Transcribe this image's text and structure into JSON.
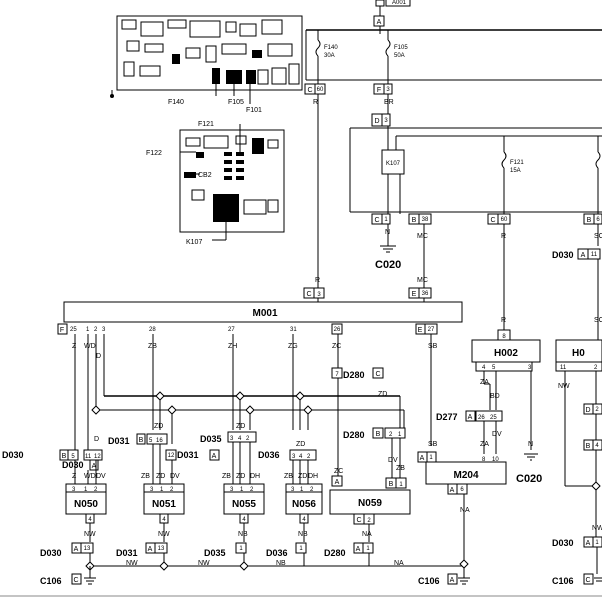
{
  "top_connector": {
    "letter": "A",
    "code": "A001"
  },
  "fuses": [
    {
      "name": "F140",
      "rating": "30A"
    },
    {
      "name": "F105",
      "rating": "50A"
    },
    {
      "name": "F121",
      "rating": "15A"
    }
  ],
  "thumb1_labels": [
    "F140",
    "F105",
    "F101"
  ],
  "thumb2_labels": [
    "F121",
    "F122",
    "CB2",
    "K107"
  ],
  "relay": "K107",
  "main_module": "M001",
  "m001_pins": [
    "25",
    "1",
    "2",
    "3",
    "28",
    "27",
    "31",
    "26",
    "27"
  ],
  "m001_pin_letters": [
    "F",
    "E"
  ],
  "wires": [
    "R",
    "BR",
    "N",
    "MC",
    "R",
    "SC",
    "Z",
    "WD",
    "D",
    "ZB",
    "ZH",
    "ZG",
    "ZC",
    "SB",
    "R",
    "ZA",
    "BD",
    "DV",
    "NW",
    "NB",
    "NA",
    "ZD",
    "DH"
  ],
  "connectors": [
    {
      "letter": "C",
      "pin": "60"
    },
    {
      "letter": "F",
      "pin": "3"
    },
    {
      "letter": "D",
      "pin": "3"
    },
    {
      "letter": "C",
      "pin": "1"
    },
    {
      "letter": "B",
      "pin": "38"
    },
    {
      "letter": "C",
      "pin": "60"
    },
    {
      "letter": "B",
      "pin": "6"
    },
    {
      "letter": "C",
      "pin": "3"
    },
    {
      "letter": "E",
      "pin": "36"
    },
    {
      "letter": "A",
      "pin": "11"
    }
  ],
  "grounds": [
    "C020",
    "C020"
  ],
  "h002": {
    "name": "H002",
    "pins_top": [
      "8"
    ],
    "pins_bottom": [
      "4",
      "5",
      "3"
    ]
  },
  "h0_cut": {
    "name": "H0",
    "pins": [
      "11",
      "2"
    ]
  },
  "m204": {
    "name": "M204",
    "pins_top": [
      "8",
      "10"
    ],
    "bottom_pin": "6",
    "left_pin": "1"
  },
  "d277": {
    "name": "D277",
    "letter": "A",
    "pins": [
      "26",
      "25"
    ]
  },
  "d280": {
    "name": "D280",
    "letter": "C",
    "pin": "7",
    "conn_b": "B",
    "pins": [
      "2",
      "1"
    ]
  },
  "d030_left": {
    "name": "D030",
    "letter": "B",
    "pin": "5"
  },
  "d030_a": {
    "name": "D030",
    "letter": "A",
    "pins": [
      "11",
      "12"
    ]
  },
  "d031": {
    "name": "D031",
    "letter": "B",
    "pins": [
      "5",
      "16"
    ],
    "a_name": "D031",
    "a_letter": "A",
    "a_pin": "12"
  },
  "d035": {
    "name": "D035",
    "pins": [
      "3",
      "4",
      "2"
    ]
  },
  "d036": {
    "name": "D036",
    "pins": [
      "3",
      "4",
      "2"
    ]
  },
  "modules": [
    {
      "name": "N050",
      "pins": [
        "3",
        "1",
        "2"
      ],
      "bottom": "4"
    },
    {
      "name": "N051",
      "pins": [
        "3",
        "1",
        "2"
      ],
      "bottom": "4"
    },
    {
      "name": "N055",
      "pins": [
        "3",
        "1",
        "2"
      ],
      "bottom": "4"
    },
    {
      "name": "N056",
      "pins": [
        "3",
        "1",
        "2"
      ],
      "bottom": "4"
    },
    {
      "name": "N059",
      "pins": [
        "A",
        "B",
        "1"
      ],
      "bottom": "2"
    }
  ],
  "bottom_connectors": [
    {
      "name": "D030",
      "letter": "A",
      "pin": "13"
    },
    {
      "name": "D031",
      "letter": "A",
      "pin": "13"
    },
    {
      "name": "D035",
      "pin": "1"
    },
    {
      "name": "D036",
      "pin": "1"
    },
    {
      "name": "D280",
      "letter": "A",
      "pin": "1"
    },
    {
      "name": "D030",
      "letter": "A",
      "pin": "1"
    }
  ],
  "grounds_bottom": [
    {
      "name": "C106",
      "letter": "C"
    },
    {
      "name": "C106",
      "letter": "A"
    },
    {
      "name": "C106",
      "letter": "C"
    }
  ],
  "right_cut": {
    "name": "D030",
    "letter": "A",
    "pin": "11"
  },
  "d_conn_right": {
    "letter": "D",
    "pin": "2"
  },
  "b_conn_right": {
    "letter": "B",
    "pin": "4"
  }
}
